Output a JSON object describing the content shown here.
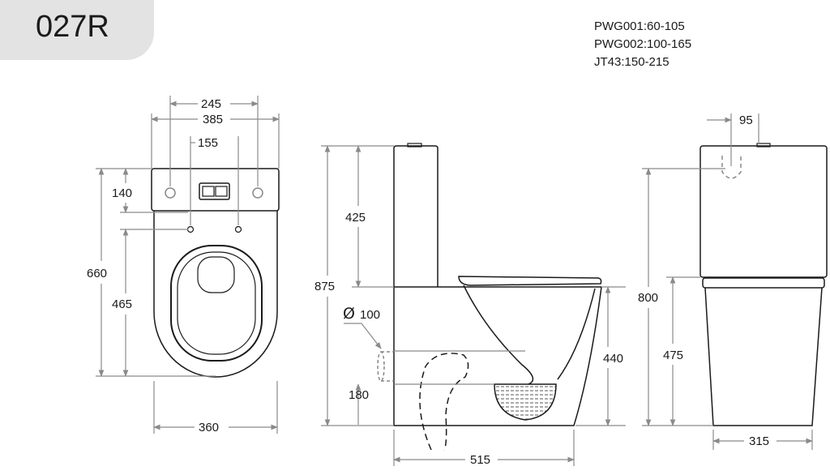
{
  "model": "027R",
  "pipe_specs": [
    "PWG001:60-105",
    "PWG002:100-165",
    "JT43:150-215"
  ],
  "dimensions": {
    "top_w245": "245",
    "top_w385": "385",
    "top_w155": "155",
    "top_h140": "140",
    "top_h660": "660",
    "top_h465": "465",
    "top_w360": "360",
    "side_h425": "425",
    "side_h875": "875",
    "side_dia": "100",
    "side_h440": "440",
    "side_h180": "180",
    "side_w515": "515",
    "front_w95": "95",
    "front_h800": "800",
    "front_h475": "475",
    "front_w315": "315"
  },
  "colors": {
    "line": "#1a1a1a",
    "dim": "#8a8a8a",
    "tab": "#e3e3e3"
  }
}
